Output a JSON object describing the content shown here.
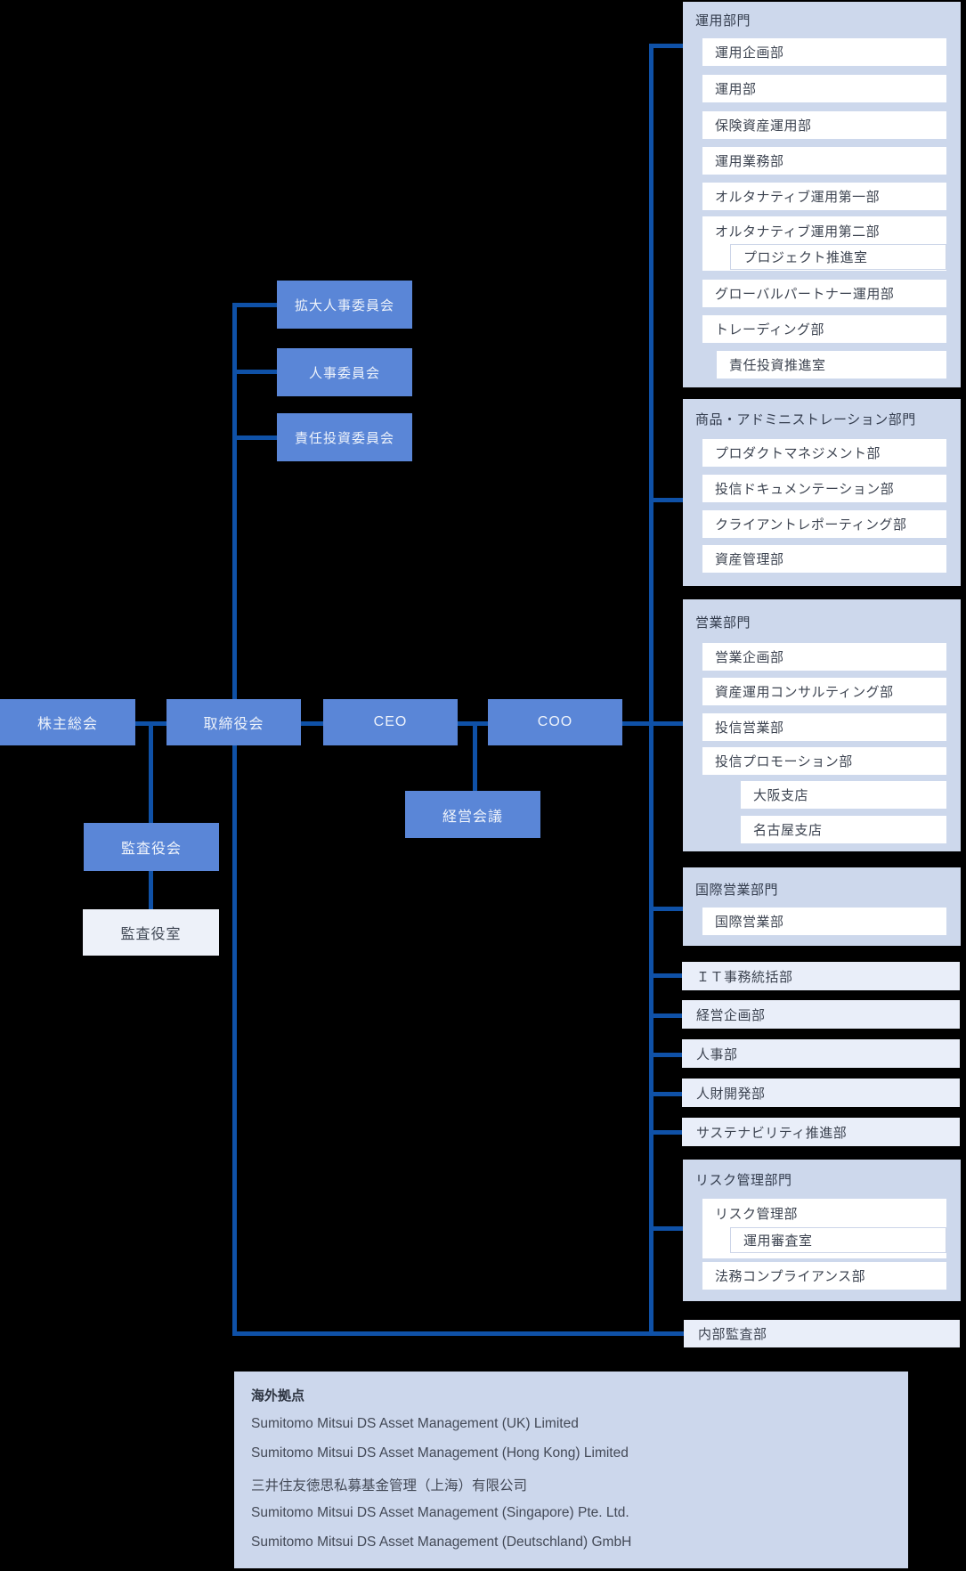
{
  "colors": {
    "background": "#000000",
    "box_blue": "#5a86d7",
    "connector_blue": "#0f51a7",
    "panel_light_blue": "#cdd8ec",
    "row_light": "#e9eef9",
    "box_white": "#ffffff",
    "overseas_panel": "#ccd7ec"
  },
  "governance": {
    "shareholders_meeting": "株主総会",
    "board_of_directors": "取締役会",
    "ceo": "CEO",
    "coo": "COO",
    "management_committee": "経営会議",
    "audit_board": "監査役会",
    "audit_board_office": "監査役室",
    "internal_audit": "内部監査部"
  },
  "committees": [
    {
      "label": "拡大人事委員会"
    },
    {
      "label": "人事委員会"
    },
    {
      "label": "責任投資委員会"
    }
  ],
  "divisions": [
    {
      "name": "運用部門",
      "departments": [
        "運用企画部",
        "運用部",
        "保険資産運用部",
        "運用業務部",
        "オルタナティブ運用第一部",
        "オルタナティブ運用第二部",
        "プロジェクト推進室",
        "グローバルパートナー運用部",
        "トレーディング部",
        "責任投資推進室"
      ]
    },
    {
      "name": "商品・アドミニストレーション部門",
      "departments": [
        "プロダクトマネジメント部",
        "投信ドキュメンテーション部",
        "クライアントレポーティング部",
        "資産管理部"
      ]
    },
    {
      "name": "営業部門",
      "departments": [
        "営業企画部",
        "資産運用コンサルティング部",
        "投信営業部",
        "投信プロモーション部",
        "大阪支店",
        "名古屋支店"
      ]
    },
    {
      "name": "国際営業部門",
      "departments": [
        "国際営業部"
      ]
    },
    {
      "name": "リスク管理部門",
      "departments": [
        "リスク管理部",
        "運用審査室",
        "法務コンプライアンス部"
      ]
    }
  ],
  "direct_departments": [
    "ＩＴ事務統括部",
    "経営企画部",
    "人事部",
    "人財開発部",
    "サステナビリティ推進部"
  ],
  "overseas": {
    "title": "海外拠点",
    "companies": [
      "Sumitomo Mitsui DS Asset Management (UK) Limited",
      "Sumitomo Mitsui DS Asset Management (Hong Kong) Limited",
      "三井住友徳思私募基金管理（上海）有限公司",
      "Sumitomo Mitsui DS Asset Management (Singapore) Pte. Ltd.",
      "Sumitomo Mitsui DS Asset Management (Deutschland) GmbH"
    ]
  }
}
